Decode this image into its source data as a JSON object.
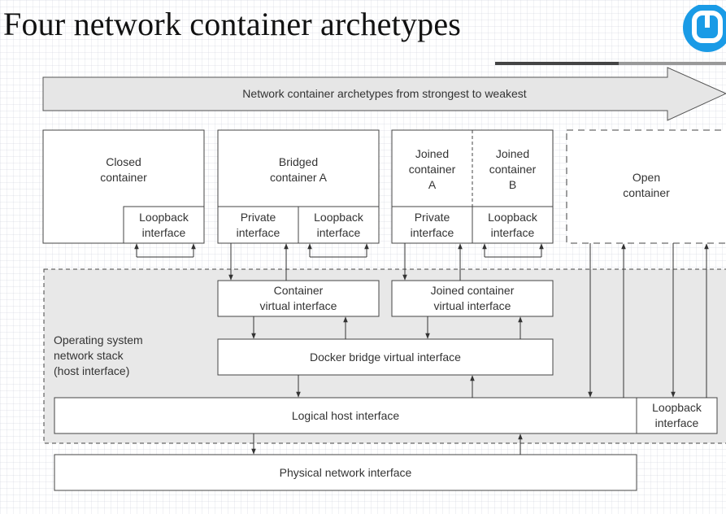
{
  "slide": {
    "title": "Four network container archetypes",
    "logo_icon": "brand-logo-icon",
    "brand_color": "#1a9be6"
  },
  "diagram": {
    "banner_arrow": "Network container archetypes from strongest to weakest",
    "containers": {
      "closed": {
        "name_line1": "Closed",
        "name_line2": "container",
        "loopback_line1": "Loopback",
        "loopback_line2": "interface"
      },
      "bridged": {
        "name_line1": "Bridged",
        "name_line2": "container A",
        "private_line1": "Private",
        "private_line2": "interface",
        "loopback_line1": "Loopback",
        "loopback_line2": "interface"
      },
      "joined": {
        "a_line1": "Joined",
        "a_line2": "container",
        "a_line3": "A",
        "b_line1": "Joined",
        "b_line2": "container",
        "b_line3": "B",
        "private_line1": "Private",
        "private_line2": "interface",
        "loopback_line1": "Loopback",
        "loopback_line2": "interface"
      },
      "open": {
        "name_line1": "Open",
        "name_line2": "container"
      }
    },
    "host": {
      "os_label_line1": "Operating system",
      "os_label_line2": "network stack",
      "os_label_line3": "(host interface)",
      "container_vif_line1": "Container",
      "container_vif_line2": "virtual interface",
      "joined_vif_line1": "Joined container",
      "joined_vif_line2": "virtual interface",
      "docker_bridge": "Docker bridge virtual interface",
      "logical_host": "Logical host interface",
      "host_loopback_line1": "Loopback",
      "host_loopback_line2": "interface"
    },
    "physical": "Physical network interface",
    "colors": {
      "stroke": "#444444",
      "host_fill": "#e8e8e8",
      "banner_fill": "#e6e6e6",
      "box_fill": "#ffffff"
    }
  }
}
